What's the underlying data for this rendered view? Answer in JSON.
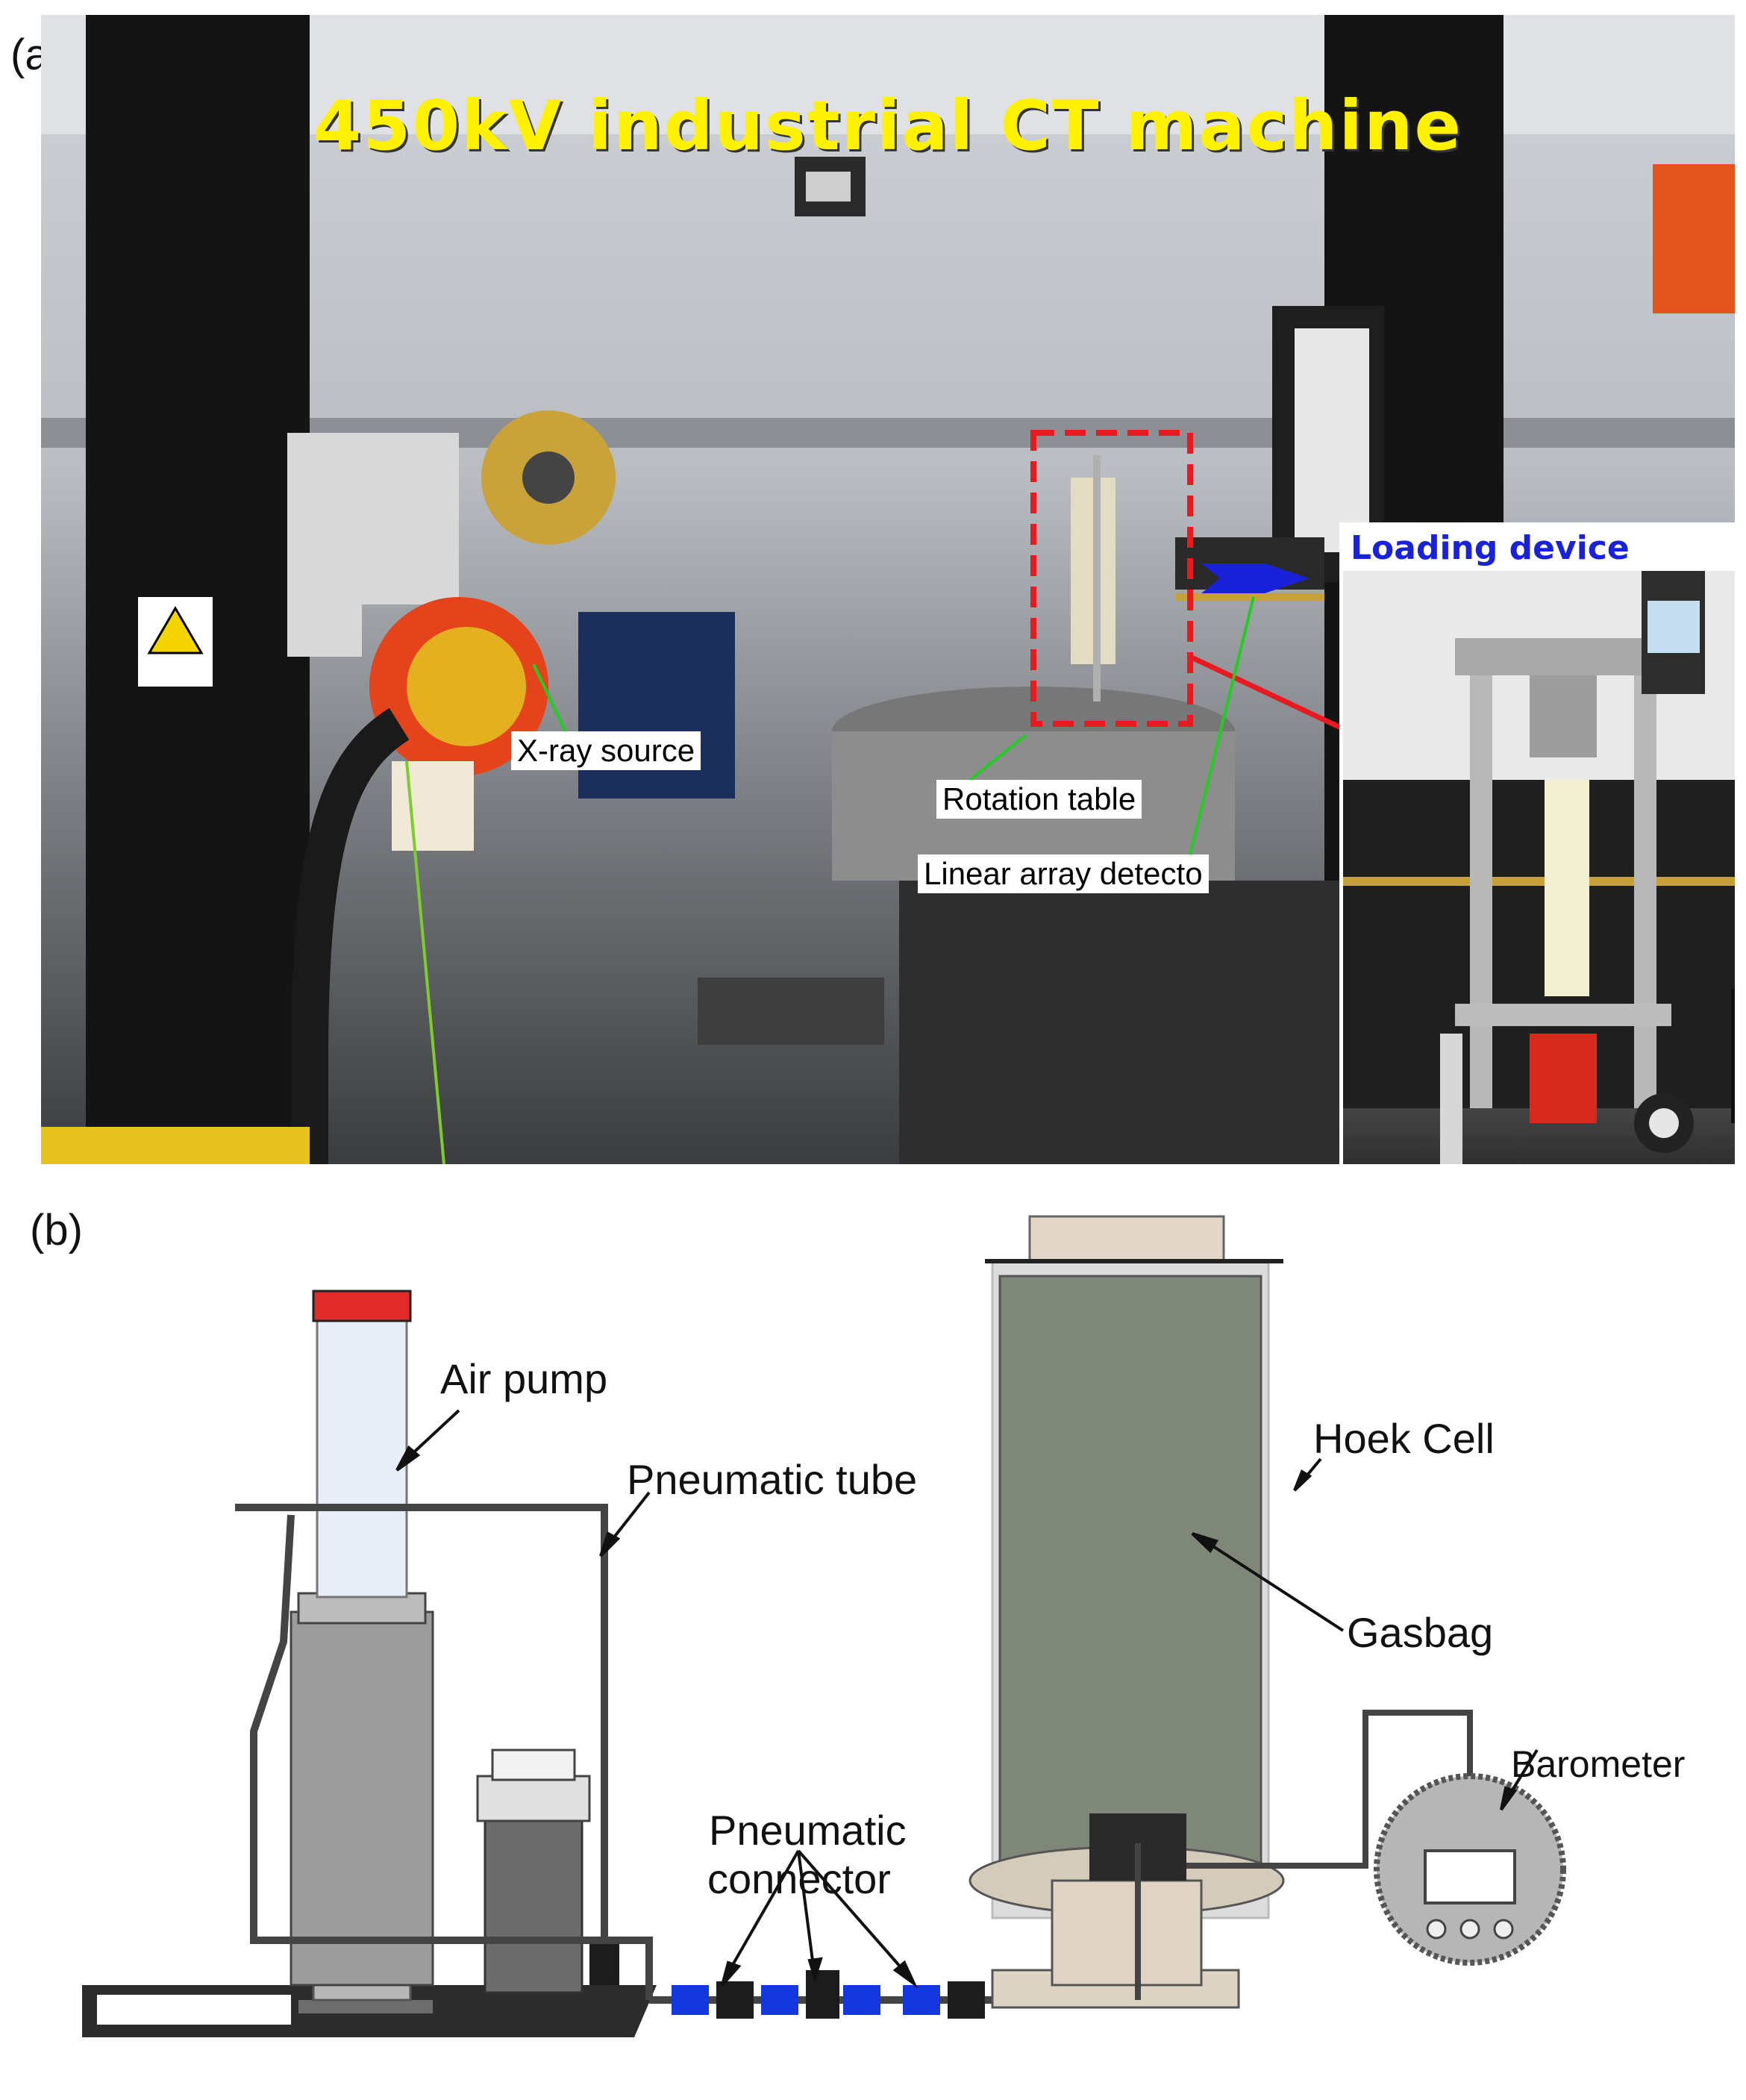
{
  "panel_a": {
    "label": "(a)",
    "headline": "450kV industrial CT machine",
    "tags": {
      "xray_source": "X-ray source",
      "rotation_table": "Rotation table",
      "linear_array": "Linear array detecto",
      "loading_device": "Loading device"
    },
    "colors": {
      "headline": "#fff100",
      "highlight_box": "#e8191f",
      "inset_title": "#1a22d9",
      "pointer_arrow": "#1a22d9"
    }
  },
  "panel_b": {
    "label": "(b)",
    "labels": {
      "air_pump": "Air pump",
      "pneumatic_tube": "Pneumatic tube",
      "hoek_cell": "Hoek Cell",
      "gasbag": "Gasbag",
      "barometer": "Barometer",
      "pneumatic_connector_line1": "Pneumatic",
      "pneumatic_connector_line2": "connector"
    }
  }
}
